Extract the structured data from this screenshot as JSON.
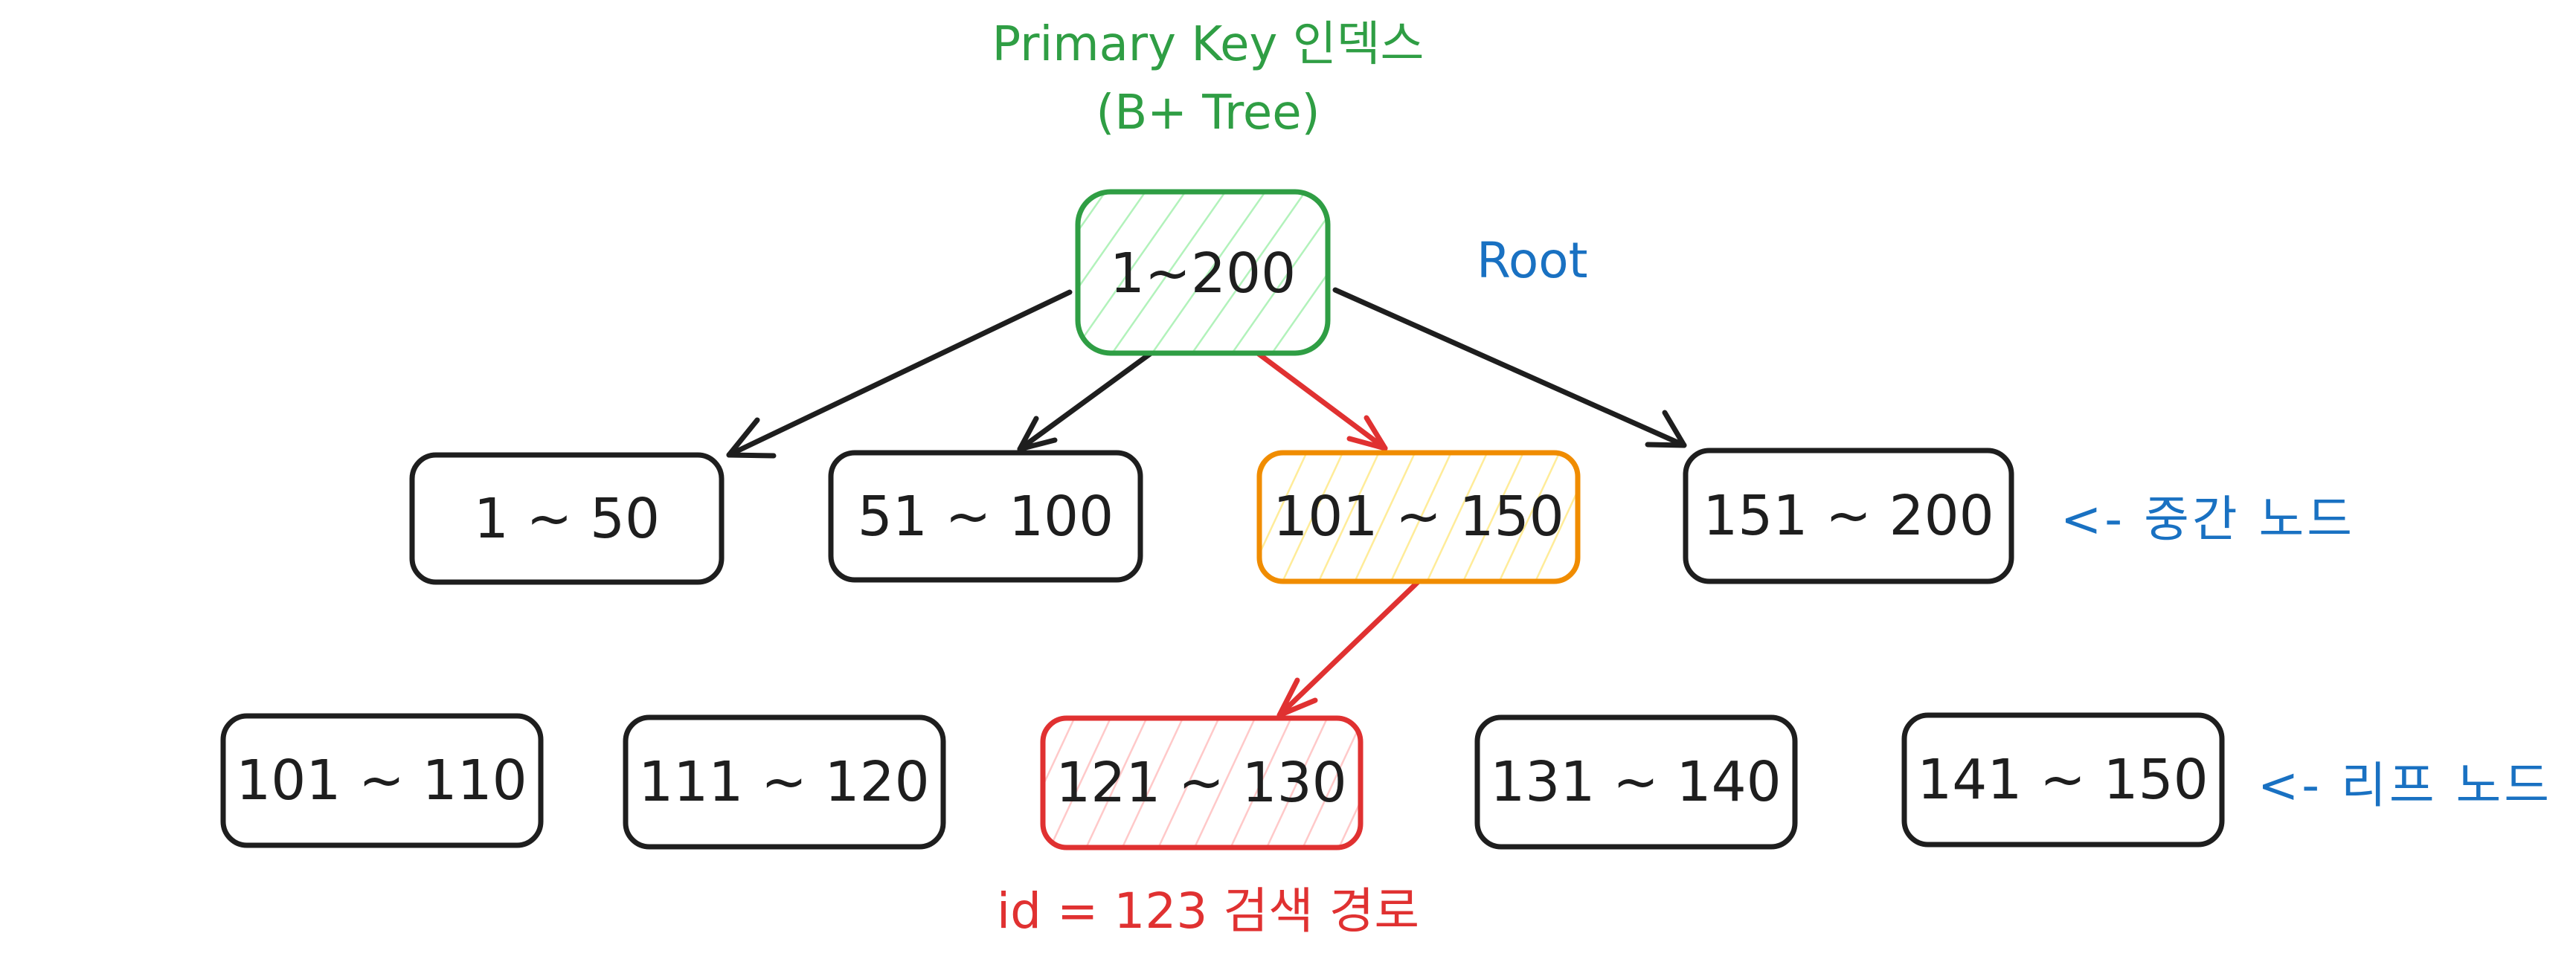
{
  "title": {
    "line1": "Primary Key 인덱스",
    "line2": "(B+ Tree)"
  },
  "labels": {
    "root": "Root",
    "internal": "<- 중간 노드",
    "leaf": "<- 리프 노드",
    "search_path": "id = 123 검색 경로"
  },
  "colors": {
    "root_stroke": "#2f9e44",
    "root_hatch": "#b2f2bb",
    "path_internal_stroke": "#f08c00",
    "path_internal_hatch": "#ffec99",
    "path_leaf_stroke": "#e03131",
    "path_leaf_hatch": "#ffc9c9",
    "default_stroke": "#1e1e1e",
    "annotation_blue": "#1971c2"
  },
  "tree": {
    "root": {
      "label": "1~200",
      "style": "root"
    },
    "internal_nodes": [
      {
        "label": "1 ~ 50",
        "style": "default"
      },
      {
        "label": "51 ~ 100",
        "style": "default"
      },
      {
        "label": "101 ~ 150",
        "style": "path-internal"
      },
      {
        "label": "151 ~ 200",
        "style": "default"
      }
    ],
    "leaf_nodes": [
      {
        "label": "101 ~ 110",
        "style": "default"
      },
      {
        "label": "111 ~ 120",
        "style": "default"
      },
      {
        "label": "121 ~ 130",
        "style": "path-leaf"
      },
      {
        "label": "131 ~ 140",
        "style": "default"
      },
      {
        "label": "141 ~ 150",
        "style": "default"
      }
    ],
    "edges": [
      {
        "from": "root",
        "to": "internal-0",
        "highlight": false
      },
      {
        "from": "root",
        "to": "internal-1",
        "highlight": false
      },
      {
        "from": "root",
        "to": "internal-2",
        "highlight": true
      },
      {
        "from": "root",
        "to": "internal-3",
        "highlight": false
      },
      {
        "from": "internal-2",
        "to": "leaf-2",
        "highlight": true
      }
    ]
  }
}
